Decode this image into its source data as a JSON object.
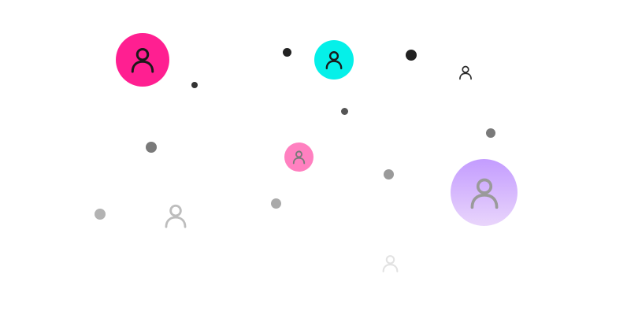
{
  "avatars": [
    {
      "id": "a1",
      "icon": "user-icon",
      "bg": "#ff1f91",
      "icon_color": "#1a1a1a"
    },
    {
      "id": "a2",
      "icon": "user-icon",
      "bg": "#05f0e9",
      "icon_color": "#1a1a1a"
    },
    {
      "id": "a3",
      "icon": "user-icon",
      "bg": "#ff80c0",
      "icon_color": "#7a7a7a"
    },
    {
      "id": "a4",
      "icon": "user-icon",
      "bg_top": "#c39cff",
      "bg_bottom": "#e9d5fb",
      "icon_color": "#9a9a9a"
    }
  ],
  "bare_icons": [
    {
      "id": "b1",
      "icon": "user-icon",
      "color": "#2a2a2a"
    },
    {
      "id": "b2",
      "icon": "user-icon",
      "color": "#bdbdbd"
    },
    {
      "id": "b3",
      "icon": "user-icon",
      "color": "#e2e2e2"
    }
  ],
  "dots": [
    {
      "id": "d1",
      "color": "#222222"
    },
    {
      "id": "d2",
      "color": "#222222"
    },
    {
      "id": "d3",
      "color": "#333333"
    },
    {
      "id": "d4",
      "color": "#555555"
    },
    {
      "id": "d5",
      "color": "#7a7a7a"
    },
    {
      "id": "d6",
      "color": "#7a7a7a"
    },
    {
      "id": "d7",
      "color": "#9a9a9a"
    },
    {
      "id": "d8",
      "color": "#aaaaaa"
    },
    {
      "id": "d9",
      "color": "#b3b3b3"
    }
  ]
}
